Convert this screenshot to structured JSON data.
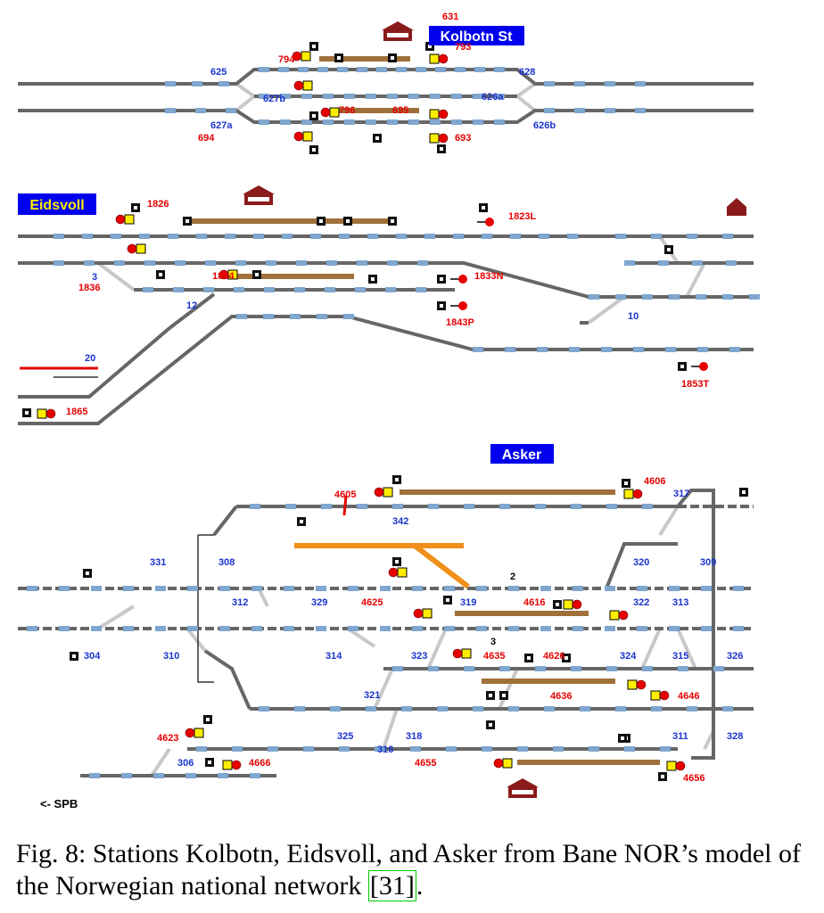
{
  "stations": {
    "kolbotn": {
      "name": "Kolbotn St"
    },
    "eidsvoll": {
      "name": "Eidsvoll"
    },
    "asker": {
      "name": "Asker"
    }
  },
  "colors": {
    "track": "#666666",
    "connector": "#c8c8c8",
    "platform": "#a0703a",
    "signal_red": "#e60000",
    "signal_yellow": "#ffee00",
    "label_blue": "#1a33cc",
    "label_red": "#e60000",
    "station_bg": "#0000ee",
    "route_orange": "#f0901a"
  },
  "labels": {
    "kolbotn": {
      "blue": [
        "625",
        "627b",
        "627a",
        "628",
        "626a",
        "626b"
      ],
      "red": [
        "631",
        "793",
        "794",
        "796",
        "695",
        "694",
        "693"
      ]
    },
    "eidsvoll": {
      "blue": [
        "3",
        "12",
        "20",
        "10"
      ],
      "red": [
        "1826",
        "1823L",
        "1836",
        "1833N",
        "1843P",
        "1853T",
        "1865",
        "1834"
      ]
    },
    "asker": {
      "blue": [
        "317",
        "342",
        "331",
        "308",
        "320",
        "309",
        "319",
        "312",
        "329",
        "322",
        "313",
        "304",
        "310",
        "314",
        "323",
        "324",
        "315",
        "326",
        "321",
        "325",
        "318",
        "316",
        "311",
        "328",
        "306"
      ],
      "red": [
        "4605",
        "4606",
        "4625",
        "4616",
        "4635",
        "4626",
        "4636",
        "4646",
        "4623",
        "4655",
        "4656",
        "4666"
      ],
      "black": [
        "2",
        "3"
      ],
      "spb": "<- SPB"
    }
  },
  "caption": {
    "text": "Fig. 8: Stations Kolbotn, Eidsvoll, and Asker from Bane NOR’s model of the Norwegian national network ",
    "ref": "[31]",
    "end": "."
  }
}
